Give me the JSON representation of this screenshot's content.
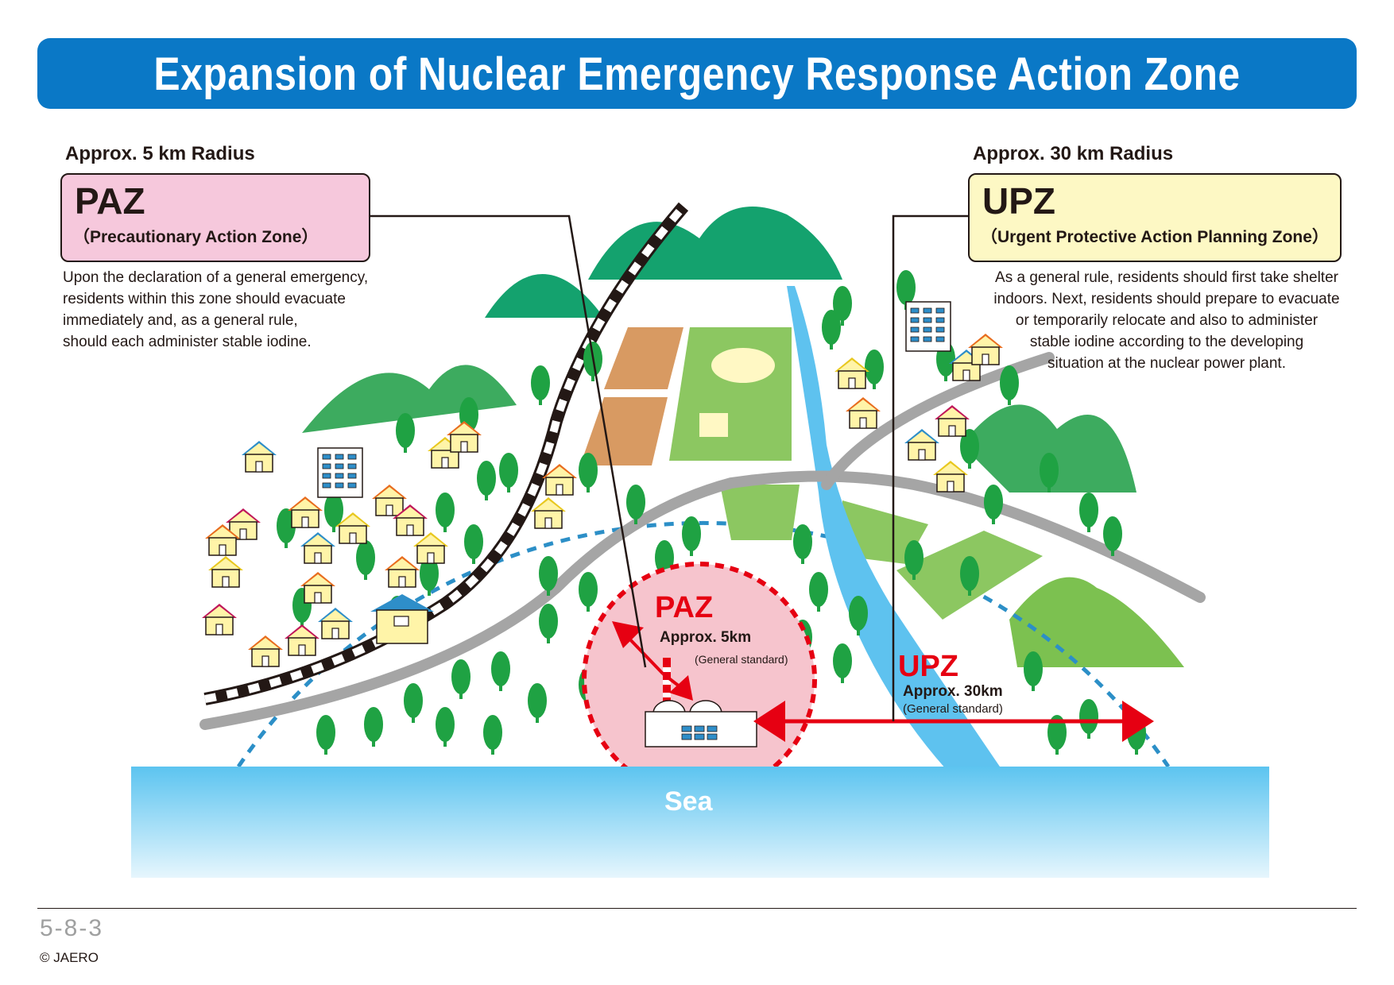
{
  "banner": {
    "title": "Expansion of Nuclear Emergency Response Action Zone"
  },
  "paz_panel": {
    "radius_label": "Approx. 5 km Radius",
    "code": "PAZ",
    "full_name": "（Precautionary Action Zone）",
    "description": [
      "Upon the declaration of a general emergency,",
      "residents within this zone should evacuate",
      "immediately and, as a general rule,",
      "should each administer stable iodine."
    ]
  },
  "upz_panel": {
    "radius_label": "Approx. 30 km Radius",
    "code": "UPZ",
    "full_name": "（Urgent Protective Action Planning Zone）",
    "description": [
      "As a general rule, residents should first take shelter",
      "indoors. Next, residents should prepare to evacuate",
      "or temporarily relocate and also to administer",
      "stable iodine according to the developing",
      "situation at the nuclear power plant."
    ]
  },
  "map": {
    "paz_code": "PAZ",
    "paz_distance": "Approx. 5km",
    "paz_note": "(General standard)",
    "upz_code": "UPZ",
    "upz_distance": "Approx. 30km",
    "upz_note": "(General standard)",
    "sea_label": "Sea"
  },
  "footer": {
    "page_number": "5-8-3",
    "copyright": "© JAERO"
  },
  "colors": {
    "banner": "#0a78c6",
    "paz_box": "#f6c8dc",
    "upz_box": "#fdf8c4",
    "zone_red": "#e60012",
    "upz_circle": "#2c8fc7",
    "sea": "#6fcdf3",
    "river": "#5ec2ef",
    "road": "#a5a5a5",
    "mountain_dark": "#14a26e",
    "mountain_light": "#7cc150",
    "tree": "#1fa243",
    "field_brown": "#d89a62",
    "field_green": "#8cc761",
    "house_roof_blue": "#2e8ec9",
    "house_roof_orange": "#e86d1f",
    "house_roof_magenta": "#c0185a",
    "house_wall": "#fff4a8"
  },
  "icons": [
    "house-icon",
    "tree-icon",
    "apartment-building-icon",
    "mountain-icon",
    "railway-icon",
    "road-icon",
    "river-icon",
    "power-plant-icon",
    "arrow-icon"
  ]
}
